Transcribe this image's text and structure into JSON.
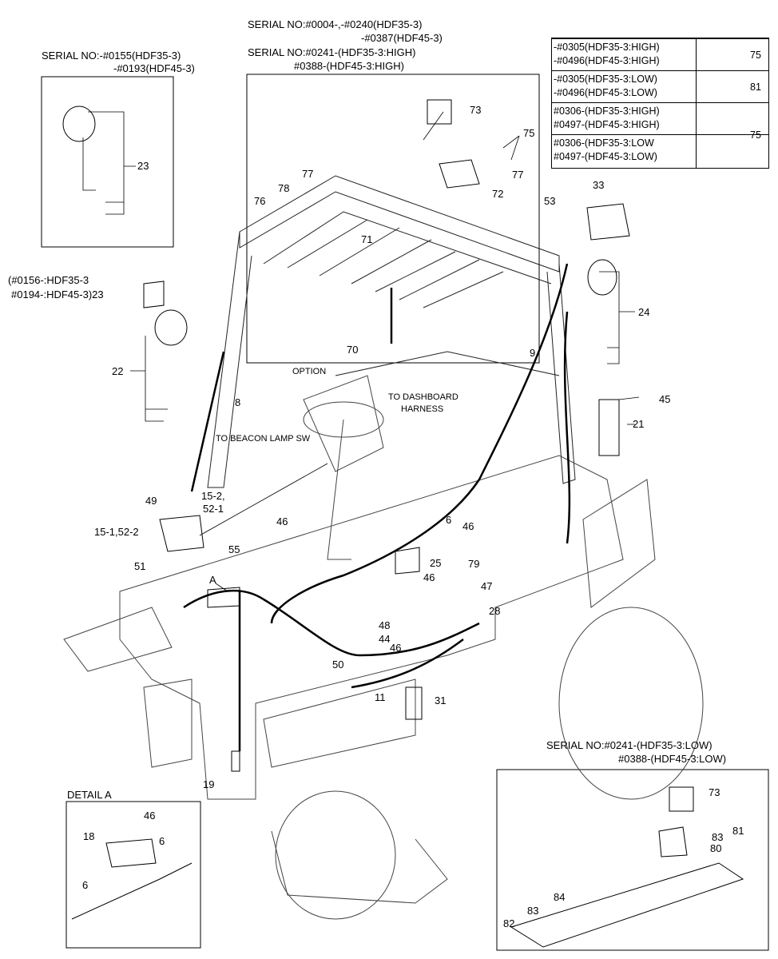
{
  "serial_top_left": {
    "line1": "SERIAL NO:-#0155(HDF35-3)",
    "line2": "-#0193(HDF45-3)"
  },
  "serial_top_center": {
    "line1": "SERIAL NO:#0004-,-#0240(HDF35-3)",
    "line2": "-#0387(HDF45-3)",
    "line3": "SERIAL NO:#0241-(HDF35-3:HIGH)",
    "line4": "#0388-(HDF45-3:HIGH)"
  },
  "serial_left_mid": {
    "line1": "(#0156-:HDF35-3",
    "line2": "#0194-:HDF45-3)23"
  },
  "serial_bottom_right": {
    "line1": "SERIAL NO:#0241-(HDF35-3:LOW)",
    "line2": "#0388-(HDF45-3:LOW)"
  },
  "table": {
    "rows": [
      {
        "l1": "-#0305(HDF35-3:HIGH)",
        "l2": "-#0496(HDF45-3:HIGH)",
        "ref": "75"
      },
      {
        "l1": "-#0305(HDF35-3:LOW)",
        "l2": "-#0496(HDF45-3:LOW)",
        "ref": "81"
      },
      {
        "l1": "#0306-(HDF35-3:HIGH)",
        "l2": "#0497-(HDF45-3:HIGH)",
        "ref": ""
      },
      {
        "l1": "#0306-(HDF35-3:LOW",
        "l2": "#0497-(HDF45-3:LOW)",
        "ref": "75"
      }
    ]
  },
  "notes": {
    "option": "OPTION",
    "dashboard1": "TO DASHBOARD",
    "dashboard2": "HARNESS",
    "beacon": "TO BEACON LAMP SW",
    "detail_a": "DETAIL A",
    "a_marker": "A"
  },
  "callouts": {
    "n23": "23",
    "n73": "73",
    "n75": "75",
    "n77a": "77",
    "n77b": "77",
    "n78": "78",
    "n76": "76",
    "n72": "72",
    "n71": "71",
    "n70": "70",
    "n53": "53",
    "n33": "33",
    "n24": "24",
    "n9": "9",
    "n22": "22",
    "n8": "8",
    "n45": "45",
    "n21": "21",
    "n15_2": "15-2,",
    "n52_1": "52-1",
    "n49": "49",
    "n15_1": "15-1,52-2",
    "n51": "51",
    "n46a": "46",
    "n55": "55",
    "n6": "6",
    "n46b": "46",
    "n25": "25",
    "n79": "79",
    "n46c": "46",
    "n47": "47",
    "n28": "28",
    "n48": "48",
    "n44": "44",
    "n46d": "46",
    "n50": "50",
    "n11": "11",
    "n31": "31",
    "n19": "19",
    "d46": "46",
    "d18": "18",
    "d6a": "6",
    "d6b": "6",
    "b73": "73",
    "b83a": "83",
    "b81": "81",
    "b80": "80",
    "b84": "84",
    "b83b": "83",
    "b82": "82"
  }
}
